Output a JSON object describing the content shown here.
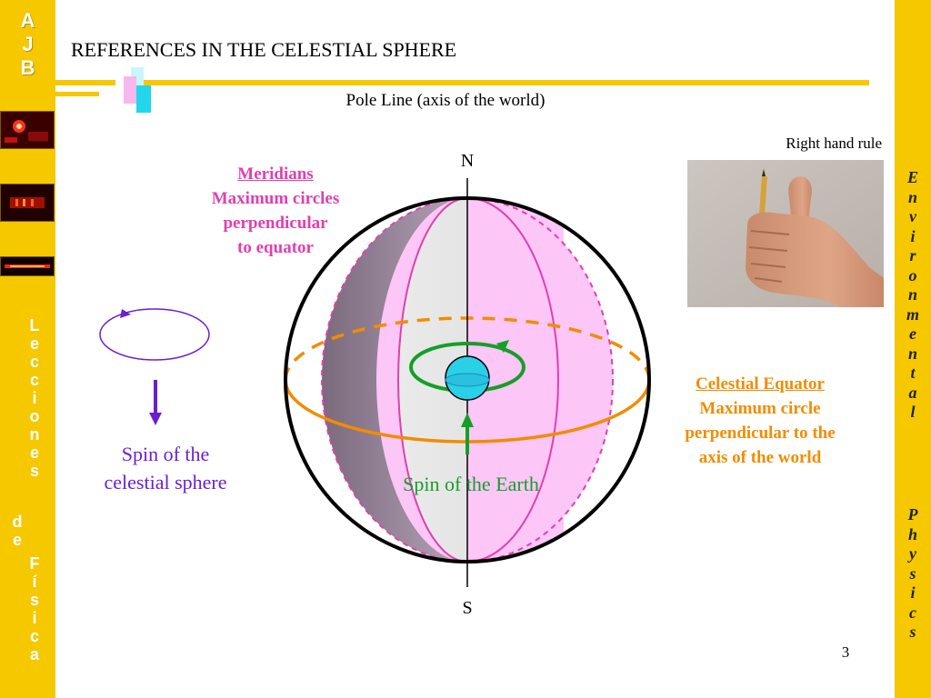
{
  "sidebar_left": {
    "initials": [
      "A",
      "J",
      "B"
    ],
    "series_name": [
      "L",
      "e",
      "c",
      "c",
      "i",
      "o",
      "n",
      "e",
      "s"
    ],
    "series_de": [
      "d",
      "e"
    ],
    "series_subject": [
      "F",
      "í",
      "s",
      "i",
      "c",
      "a"
    ]
  },
  "sidebar_right": {
    "word1": [
      "E",
      "n",
      "v",
      "i",
      "r",
      "o",
      "n",
      "m",
      "e",
      "n",
      "t",
      "a",
      "l"
    ],
    "word2": [
      "P",
      "h",
      "y",
      "s",
      "i",
      "c",
      "s"
    ]
  },
  "slide": {
    "title": "REFERENCES IN THE CELESTIAL SPHERE",
    "pole_line": "Pole Line (axis of the world)",
    "right_hand_rule": "Right hand rule",
    "meridians": {
      "heading": "Meridians",
      "lines": [
        "Maximum circles",
        "perpendicular",
        "to equator"
      ]
    },
    "celestial_equator": {
      "heading": "Celestial Equator",
      "lines": [
        "Maximum circle",
        "perpendicular to the",
        "axis of the world"
      ]
    },
    "spin_celestial_sphere": [
      "Spin of the",
      "celestial sphere"
    ],
    "spin_earth": "Spin of the Earth",
    "north": "N",
    "south": "S",
    "page_number": "3"
  },
  "colors": {
    "sidebar": "#f5c800",
    "meridian": "#e040b0",
    "equator": "#f28c00",
    "celestial_spin": "#6a1fd0",
    "earth_spin": "#149f28",
    "earth": "#29d0e8"
  }
}
